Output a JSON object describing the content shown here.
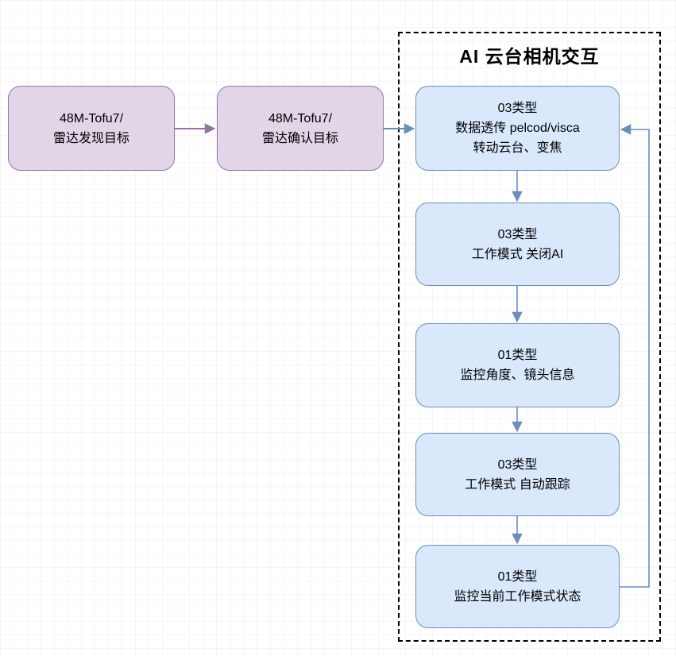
{
  "flowchart": {
    "group": {
      "title": "AI 云台相机交互"
    },
    "nodes": {
      "radar_detect": {
        "lines": [
          "48M-Tofu7/",
          "雷达发现目标"
        ]
      },
      "radar_confirm": {
        "lines": [
          "48M-Tofu7/",
          "雷达确认目标"
        ]
      },
      "passthrough": {
        "lines": [
          "03类型",
          "数据透传 pelcod/visca",
          "转动云台、变焦"
        ]
      },
      "ai_off": {
        "lines": [
          "03类型",
          "工作模式 关闭AI"
        ]
      },
      "monitor_angle": {
        "lines": [
          "01类型",
          "监控角度、镜头信息"
        ]
      },
      "auto_track": {
        "lines": [
          "03类型",
          "工作模式 自动跟踪"
        ]
      },
      "monitor_mode": {
        "lines": [
          "01类型",
          "监控当前工作模式状态"
        ]
      }
    },
    "colors": {
      "node_purple_fill": "#E1D5E7",
      "node_purple_stroke": "#9673A6",
      "node_blue_fill": "#DAE8FC",
      "node_blue_stroke": "#6C8EBF",
      "connector_purple": "#9673A6",
      "connector_blue": "#6C8EBF",
      "group_border": "#000000"
    }
  }
}
